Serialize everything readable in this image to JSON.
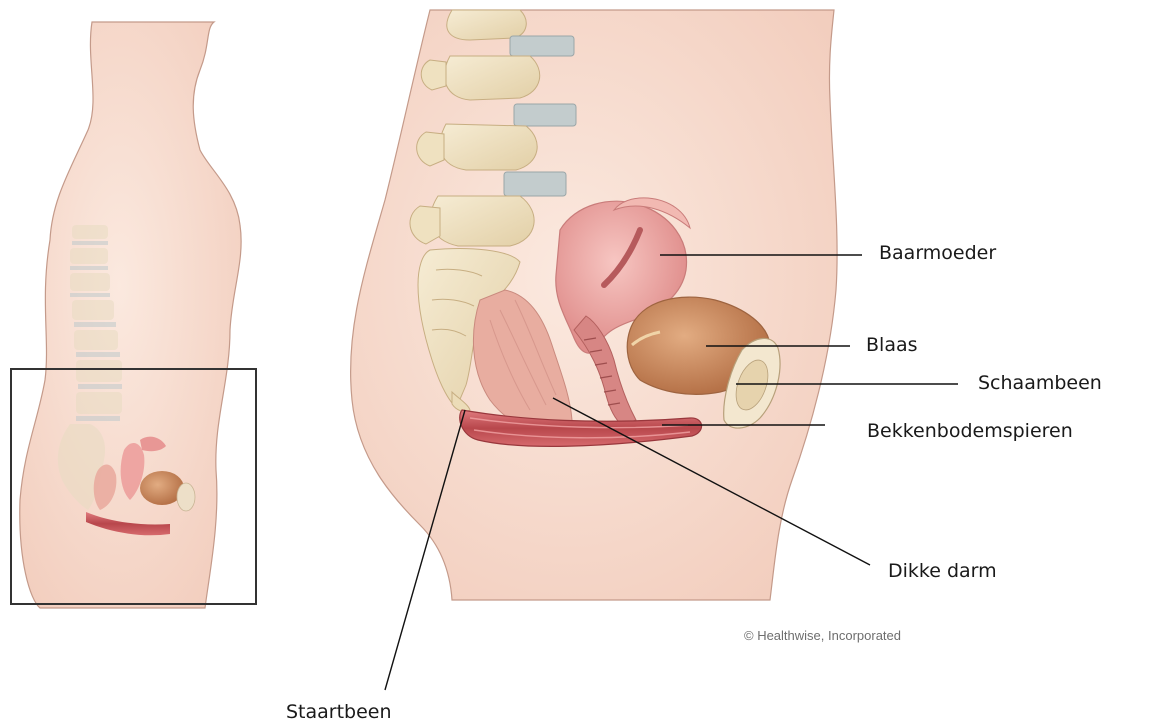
{
  "labels": {
    "baarmoeder": "Baarmoeder",
    "blaas": "Blaas",
    "schaambeen": "Schaambeen",
    "bekkenbodemspieren": "Bekkenbodemspieren",
    "dikke_darm": "Dikke darm",
    "staartbeen": "Staartbeen"
  },
  "credit": "© Healthwise, Incorporated",
  "colors": {
    "skin": "#f7ddd1",
    "skin_outline": "#b88c7c",
    "bone": "#eedfbf",
    "disc": "#b8c4c6",
    "uterus": "#e8a3a0",
    "bladder": "#c98a5c",
    "muscle": "#c85a5e",
    "rectum": "#e4a598"
  }
}
